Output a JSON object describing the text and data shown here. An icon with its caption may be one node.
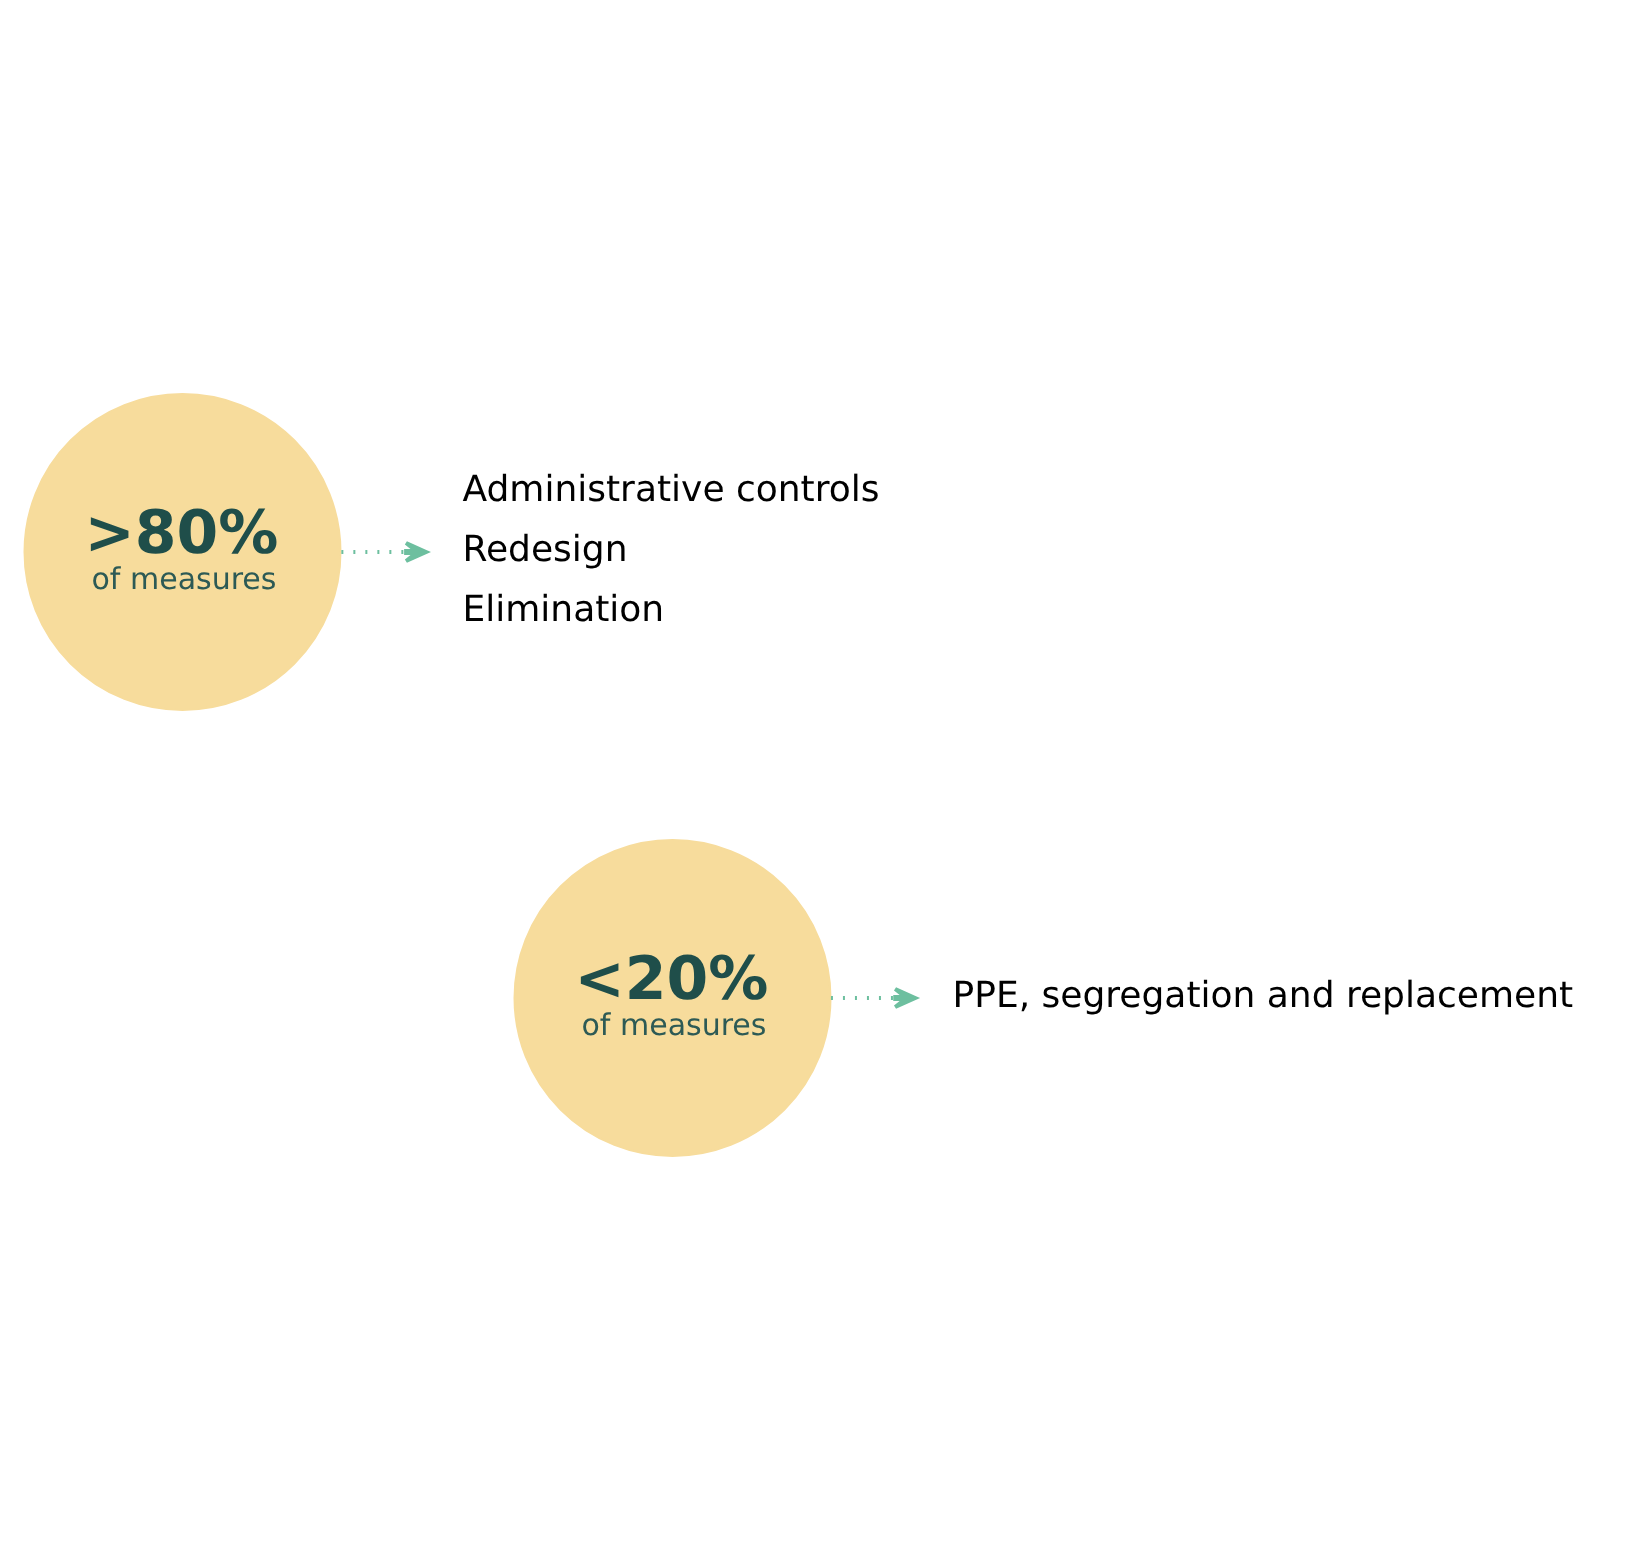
{
  "diagram": {
    "nodes": [
      {
        "text": [
          ">80%",
          "of measures"
        ]
      },
      {
        "text": [
          "Administrative controls",
          "Redesign",
          "Elimination"
        ]
      },
      {
        "text": [
          "<20%",
          "of measures"
        ]
      },
      {
        "text": [
          "PPE, segregation and replacement"
        ]
      }
    ],
    "edges": [
      {
        "from": 0,
        "to": 1,
        "arrow": "to",
        "style": "dashed"
      },
      {
        "from": 2,
        "to": 3,
        "arrow": "to",
        "style": "dashed"
      }
    ]
  }
}
